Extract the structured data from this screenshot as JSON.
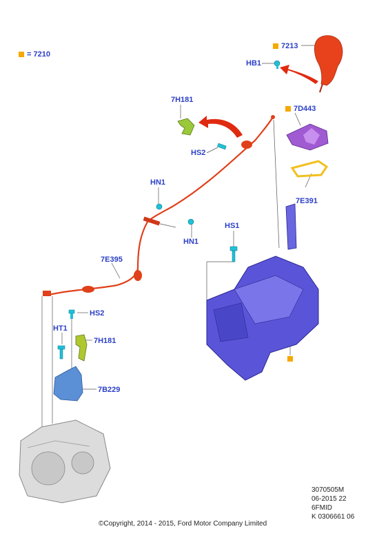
{
  "legend": {
    "marker_color": "#f5a800",
    "text": "= 7210"
  },
  "callouts": {
    "p7213": "7213",
    "hb1": "HB1",
    "p7d443": "7D443",
    "p7h181_top": "7H181",
    "hs2_top": "HS2",
    "hn1_top": "HN1",
    "hn1_mid": "HN1",
    "p7e391": "7E391",
    "hs1": "HS1",
    "p7e395": "7E395",
    "hs2_bottom": "HS2",
    "ht1": "HT1",
    "p7h181_bottom": "7H181",
    "p7b229": "7B229"
  },
  "drawing_info": {
    "line1": "3070505M",
    "line2": "06-2015 22",
    "line3": "6FMID",
    "line4": "K 0306661 06"
  },
  "copyright": "©Copyright, 2014 - 2015, Ford Motor Company Limited",
  "colors": {
    "callout_text": "#2b3fc7",
    "cable": "#e0401a",
    "knob": "#e8421c",
    "shifter": "#5a55d8",
    "bezel": "#a05ad2",
    "seal": "#f0c020",
    "bracket": "#5b8fd6",
    "clip": "#9ac83a",
    "fastener": "#20c0d8",
    "transmission": "#dcdcdc"
  }
}
